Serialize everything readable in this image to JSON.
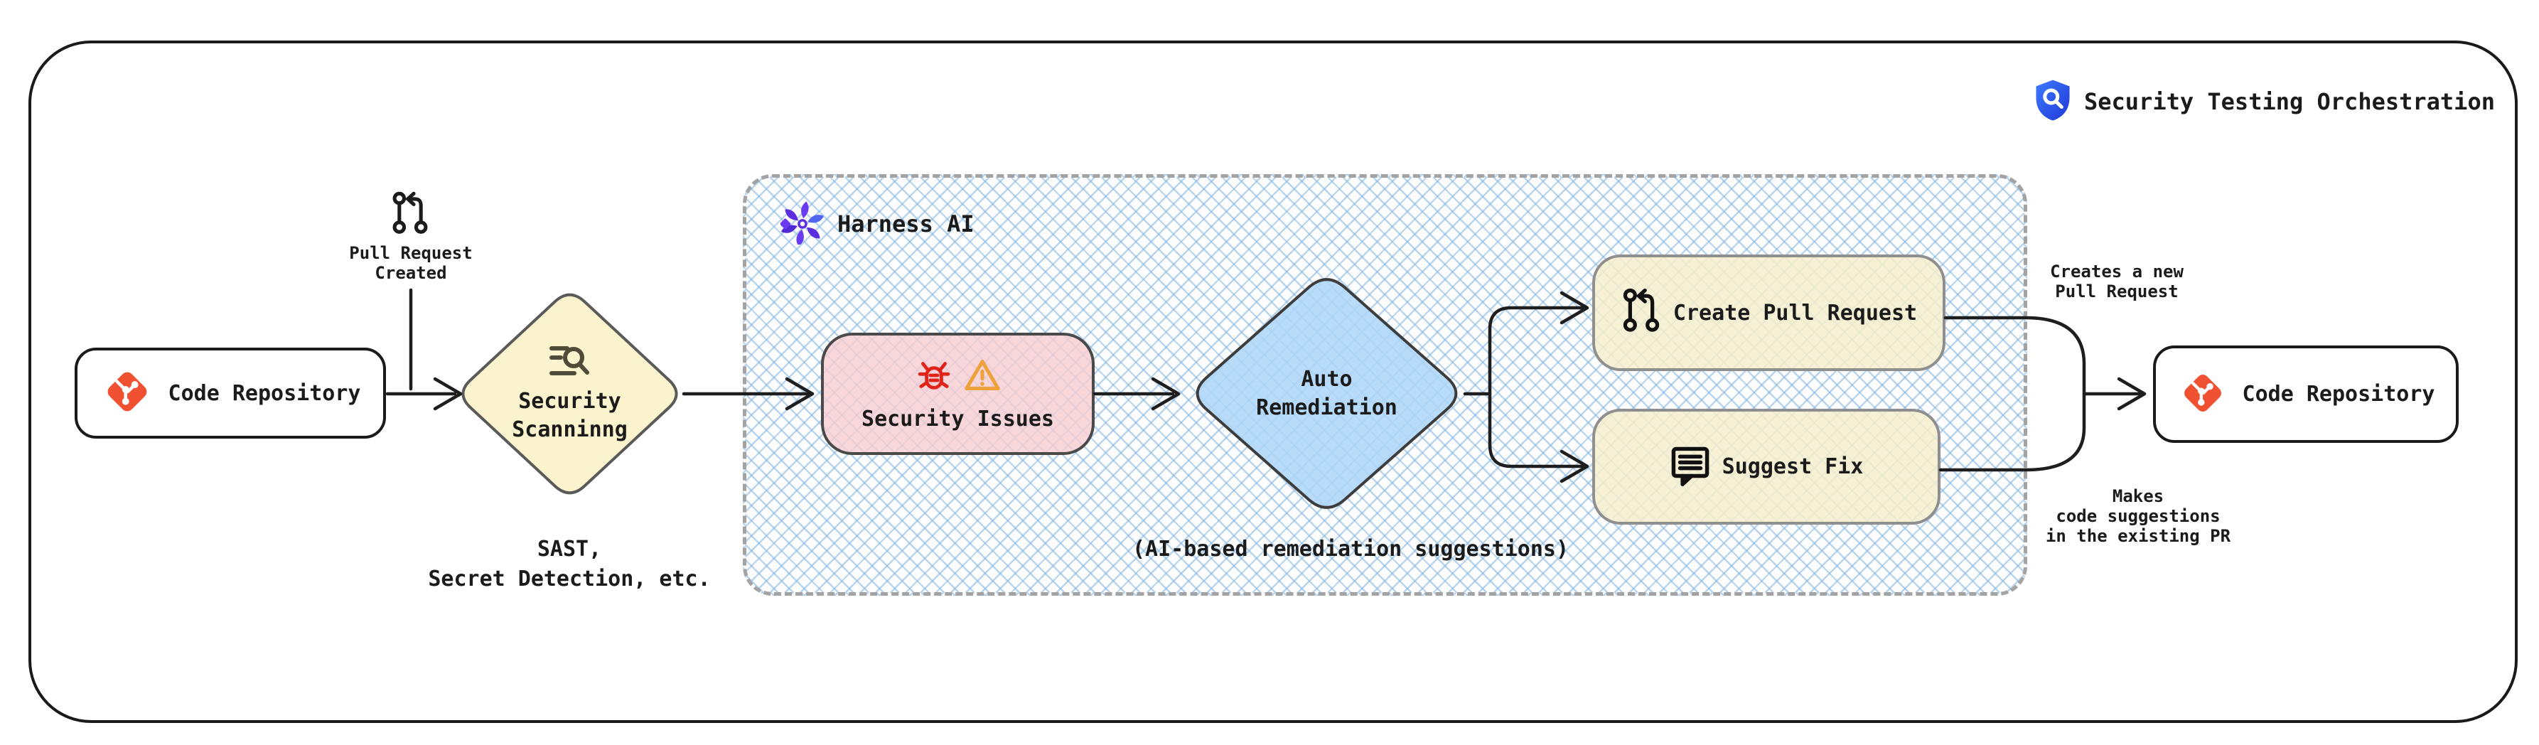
{
  "header": {
    "title": "Security Testing Orchestration"
  },
  "nodes": {
    "code_repo_left": {
      "label": "Code Repository"
    },
    "security_scanning": {
      "lines": [
        "Security",
        "Scanninng"
      ],
      "sub": [
        "SAST,",
        "Secret Detection, etc."
      ]
    },
    "harness_ai": {
      "label": "Harness AI",
      "caption": "(AI-based remediation suggestions)"
    },
    "security_issues": {
      "label": "Security Issues"
    },
    "auto_remediation": {
      "lines": [
        "Auto",
        "Remediation"
      ]
    },
    "create_pull_request": {
      "label": "Create Pull Request"
    },
    "suggest_fix": {
      "label": "Suggest Fix"
    },
    "code_repo_right": {
      "label": "Code Repository"
    }
  },
  "annotations": {
    "pull_request_created": {
      "lines": [
        "Pull Request",
        "Created"
      ]
    },
    "creates_new_pr": {
      "lines": [
        "Creates a new",
        "Pull Request"
      ]
    },
    "makes_suggestions": {
      "lines": [
        "Makes",
        "code suggestions",
        "in the existing PR"
      ]
    }
  },
  "icons": {
    "header": "shield-search-icon",
    "code_repo": "git-icon",
    "pull_request": "pull-request-icon",
    "security_scanning": "scan-search-icon",
    "harness_ai": "harness-ai-flower-icon",
    "security_issues": [
      "bug-icon",
      "warning-triangle-icon"
    ],
    "create_pull_request": "pull-request-icon",
    "suggest_fix": "comment-lines-icon"
  },
  "colors": {
    "git_brand": "#F05133",
    "harness_purple": "#5B2EE0",
    "shield_blue": "#2B5CEF",
    "bug_red": "#E02318",
    "warning_orange": "#EFA23B",
    "scanning_fill": "#FAF3CD",
    "issues_fill": "#F6CDD2",
    "remediation_fill": "#ADD6F8",
    "action_fill": "#F5EECD",
    "hatch_blue": "#82B4E1",
    "border_dark": "#1E1E1E",
    "border_gray": "#8F8F8F"
  }
}
